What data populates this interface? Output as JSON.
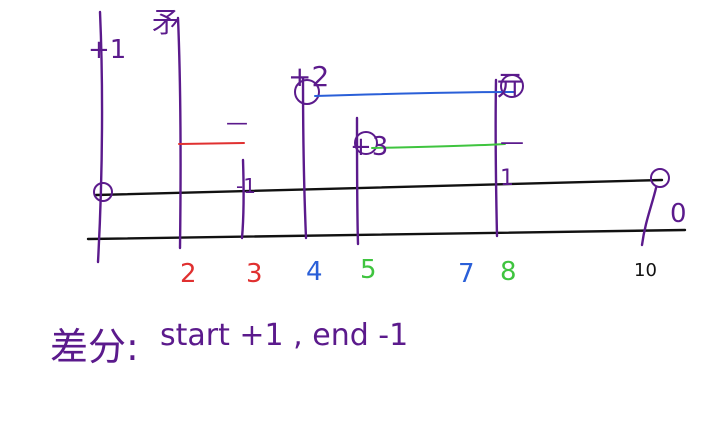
{
  "colors": {
    "purple": "#5b1a8c",
    "black": "#111111",
    "red": "#e03030",
    "blue": "#2a5fd8",
    "green": "#3fc43f",
    "background": "#ffffff"
  },
  "markers": {
    "top_left_1": "+1",
    "top_left_2": "矛",
    "plus_2": "+2",
    "plus_3": "+3",
    "minus_red": "—",
    "minus_1": "-1",
    "right_top": "亓",
    "right_mid": "—",
    "end_zero": "0",
    "mid_one": "1"
  },
  "axis_labels": {
    "l2": "2",
    "l3": "3",
    "l4": "4",
    "l5": "5",
    "l7": "7",
    "l8": "8",
    "l10": "10"
  },
  "note": {
    "prefix": "差分:",
    "text": "start +1 , end -1"
  }
}
